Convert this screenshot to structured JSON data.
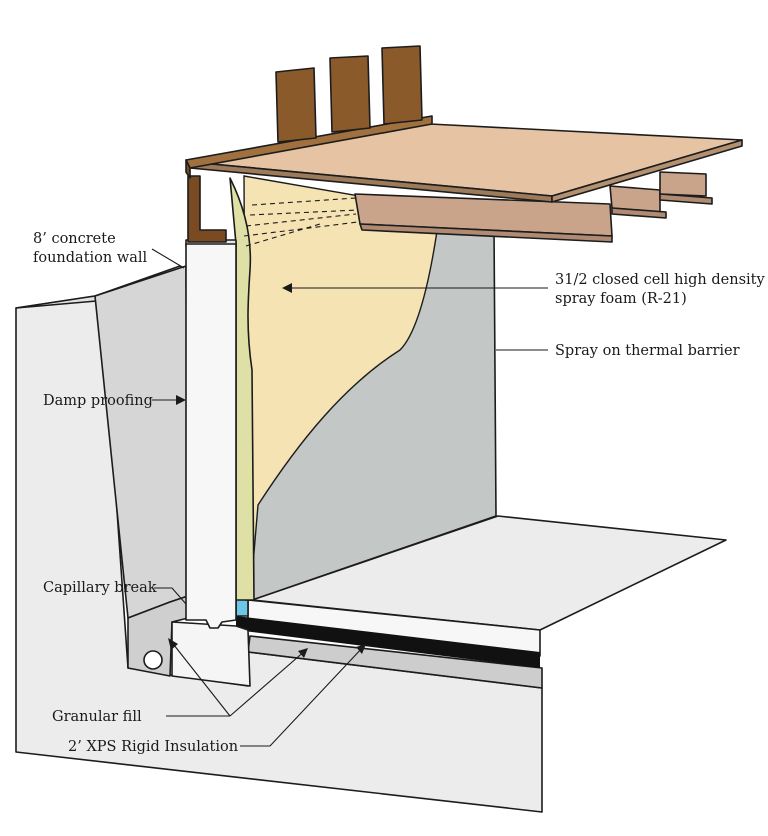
{
  "labels": {
    "foundation_wall_line1": "8’ concrete",
    "foundation_wall_line2": "foundation wall",
    "spray_foam_line1": "31/2 closed cell high density",
    "spray_foam_line2": "spray foam (R-21)",
    "thermal_barrier": "Spray on thermal barrier",
    "damp_proofing": "Damp proofing",
    "capillary_break": "Capillary break",
    "granular_fill": "Granular fill",
    "xps_insulation": "2’ XPS Rigid Insulation"
  },
  "colors": {
    "subfloor": "#e6c3a3",
    "subfloor_edge": "#9c7a5a",
    "joist": "#c9a48b",
    "stud": "#8b5a2b",
    "rim_joist": "#7a4a22",
    "spray_foam": "#f5e3b4",
    "damp_proofing": "#dfe0a6",
    "thermal_barrier": "#c3c7c6",
    "concrete": "#f3f3f3",
    "soil_dark": "#d9d9d9",
    "soil_light": "#e9e9e9",
    "floor": "#ececec",
    "capillary_break": "#6cc7e6",
    "poly": "#111111"
  }
}
